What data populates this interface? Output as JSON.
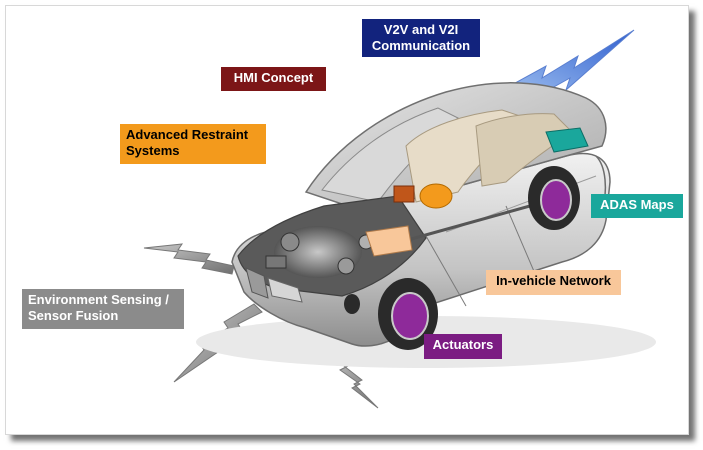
{
  "labels": {
    "v2v_line1": "V2V and V2I",
    "v2v_line2": "Communication",
    "hmi": "HMI Concept",
    "restraint_line1": "Advanced Restraint",
    "restraint_line2": "Systems",
    "adas_maps": "ADAS Maps",
    "in_vehicle_network": "In-vehicle Network",
    "env_line1": "Environment Sensing /",
    "env_line2": "Sensor Fusion",
    "actuators": "Actuators"
  },
  "colors": {
    "v2v": "#12237d",
    "hmi": "#7c1617",
    "restraint": "#f39a1c",
    "adas_maps": "#1aa79c",
    "in_vehicle_network": "#f8c79a",
    "env_sensing": "#8b8b8b",
    "actuators": "#7b1c82",
    "wheel_hub": "#8e2a9a",
    "communication_bolt": "#3c6fd6",
    "sensing_bolt": "#9a9a9a"
  },
  "image": {
    "subject": "cutaway-car",
    "icons": [
      "lightning-bolt-icon",
      "car-icon"
    ]
  }
}
